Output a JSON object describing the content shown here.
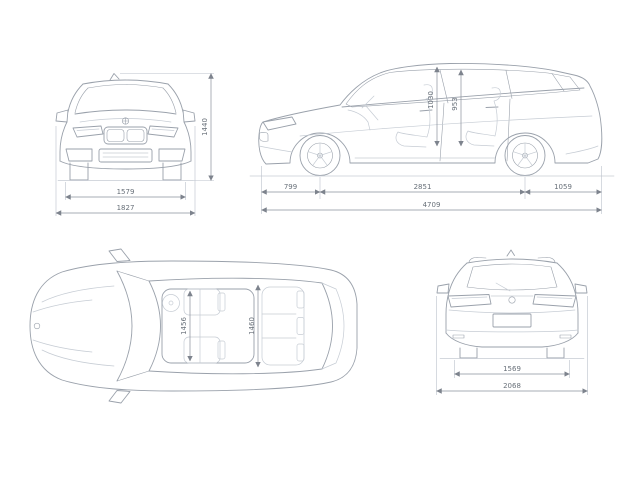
{
  "dimensions": {
    "front": {
      "track": "1579",
      "overall_width": "1827",
      "overall_height": "1440"
    },
    "side": {
      "front_overhang": "799",
      "wheelbase": "2851",
      "rear_overhang": "1059",
      "overall_length": "4709",
      "front_headroom": "1030",
      "rear_headroom": "953"
    },
    "top": {
      "front_interior_width": "1456",
      "rear_interior_width": "1460"
    },
    "rear": {
      "track": "1569",
      "width_with_mirrors": "2068"
    }
  },
  "colors": {
    "line": "#9aa1ab",
    "light_line": "#c6ccd4",
    "dimension_line": "#8a909b",
    "dimension_text": "#687079",
    "background": "#ffffff"
  }
}
